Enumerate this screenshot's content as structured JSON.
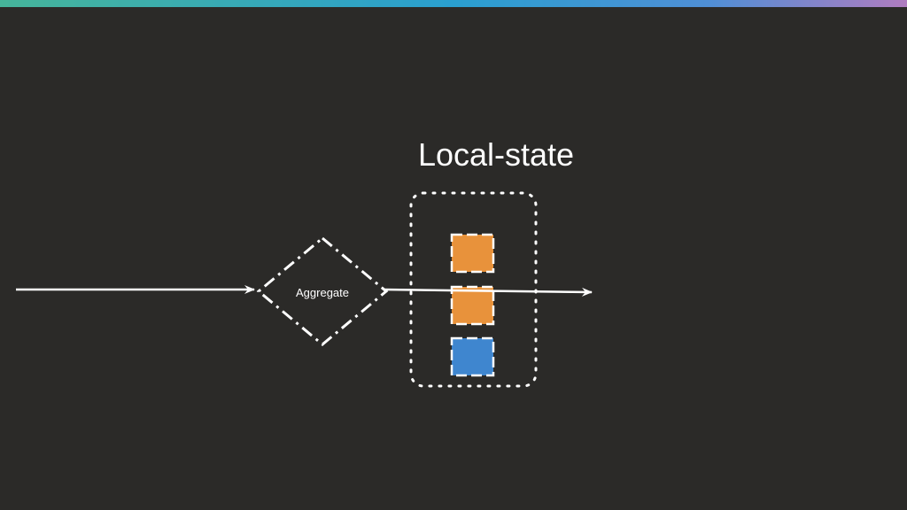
{
  "diagram": {
    "title": "Local-state",
    "processor_label": "Aggregate"
  },
  "colors": {
    "background": "#2b2a28",
    "line": "#ffffff",
    "orange": "#e8923b",
    "blue": "#3f86cf"
  },
  "state_blocks": [
    {
      "color": "orange"
    },
    {
      "color": "orange"
    },
    {
      "color": "blue"
    }
  ]
}
